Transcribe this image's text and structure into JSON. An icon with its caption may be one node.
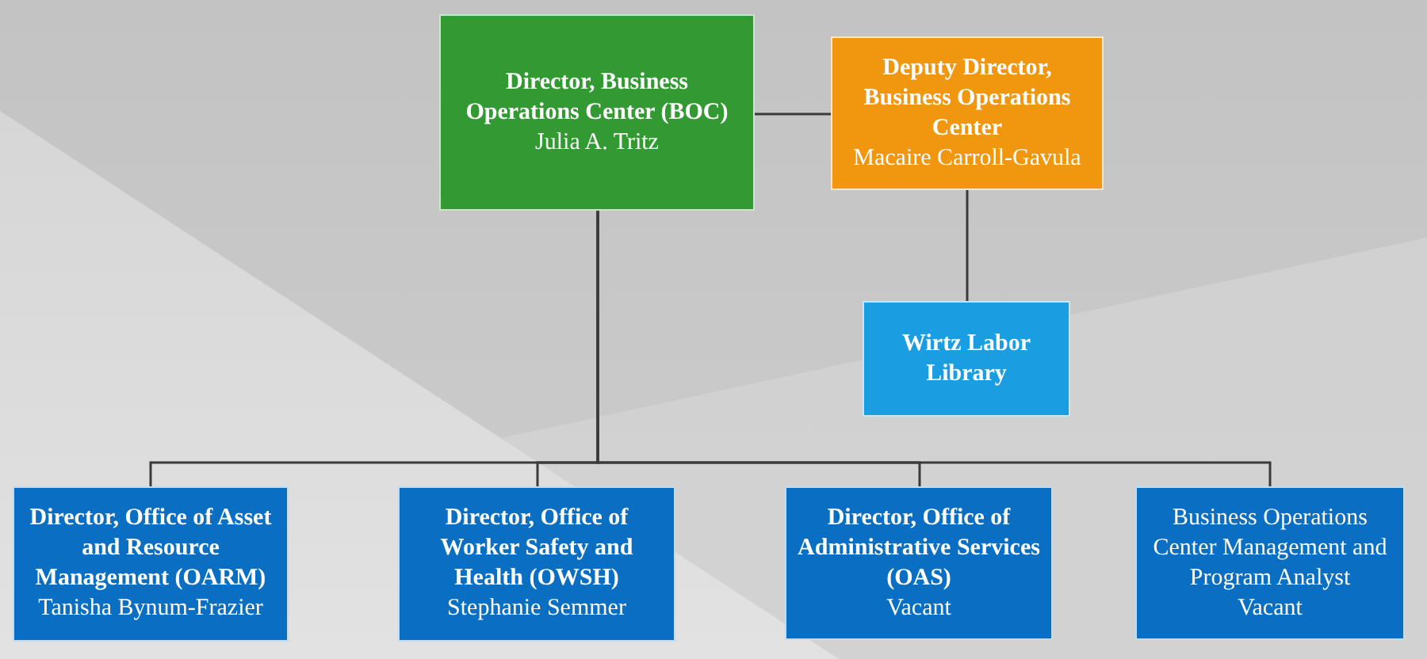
{
  "diagram": {
    "nodes": [
      {
        "text": [
          "Director, Business Operations Center (BOC)",
          "Julia A. Tritz"
        ]
      },
      {
        "text": [
          "Deputy Director, Business Operations Center",
          "Macaire Carroll-Gavula"
        ]
      },
      {
        "text": [
          "Wirtz Labor Library"
        ]
      },
      {
        "text": [
          "Director, Office of Asset and Resource Management (OARM)",
          "Tanisha Bynum-Frazier"
        ]
      },
      {
        "text": [
          "Director, Office of Worker Safety and Health (OWSH)",
          "Stephanie Semmer"
        ]
      },
      {
        "text": [
          "Director, Office of Administrative Services (OAS)",
          "Vacant"
        ]
      },
      {
        "text": [
          "Business Operations Center Management and Program Analyst",
          "Vacant"
        ]
      }
    ],
    "edges": [
      {
        "from": 0,
        "to": 1,
        "arrow": "none"
      },
      {
        "from": 1,
        "to": 2,
        "arrow": "none"
      },
      {
        "from": 0,
        "to": 3,
        "arrow": "none"
      },
      {
        "from": 0,
        "to": 4,
        "arrow": "none"
      },
      {
        "from": 0,
        "to": 5,
        "arrow": "none"
      },
      {
        "from": 0,
        "to": 6,
        "arrow": "none"
      }
    ]
  }
}
